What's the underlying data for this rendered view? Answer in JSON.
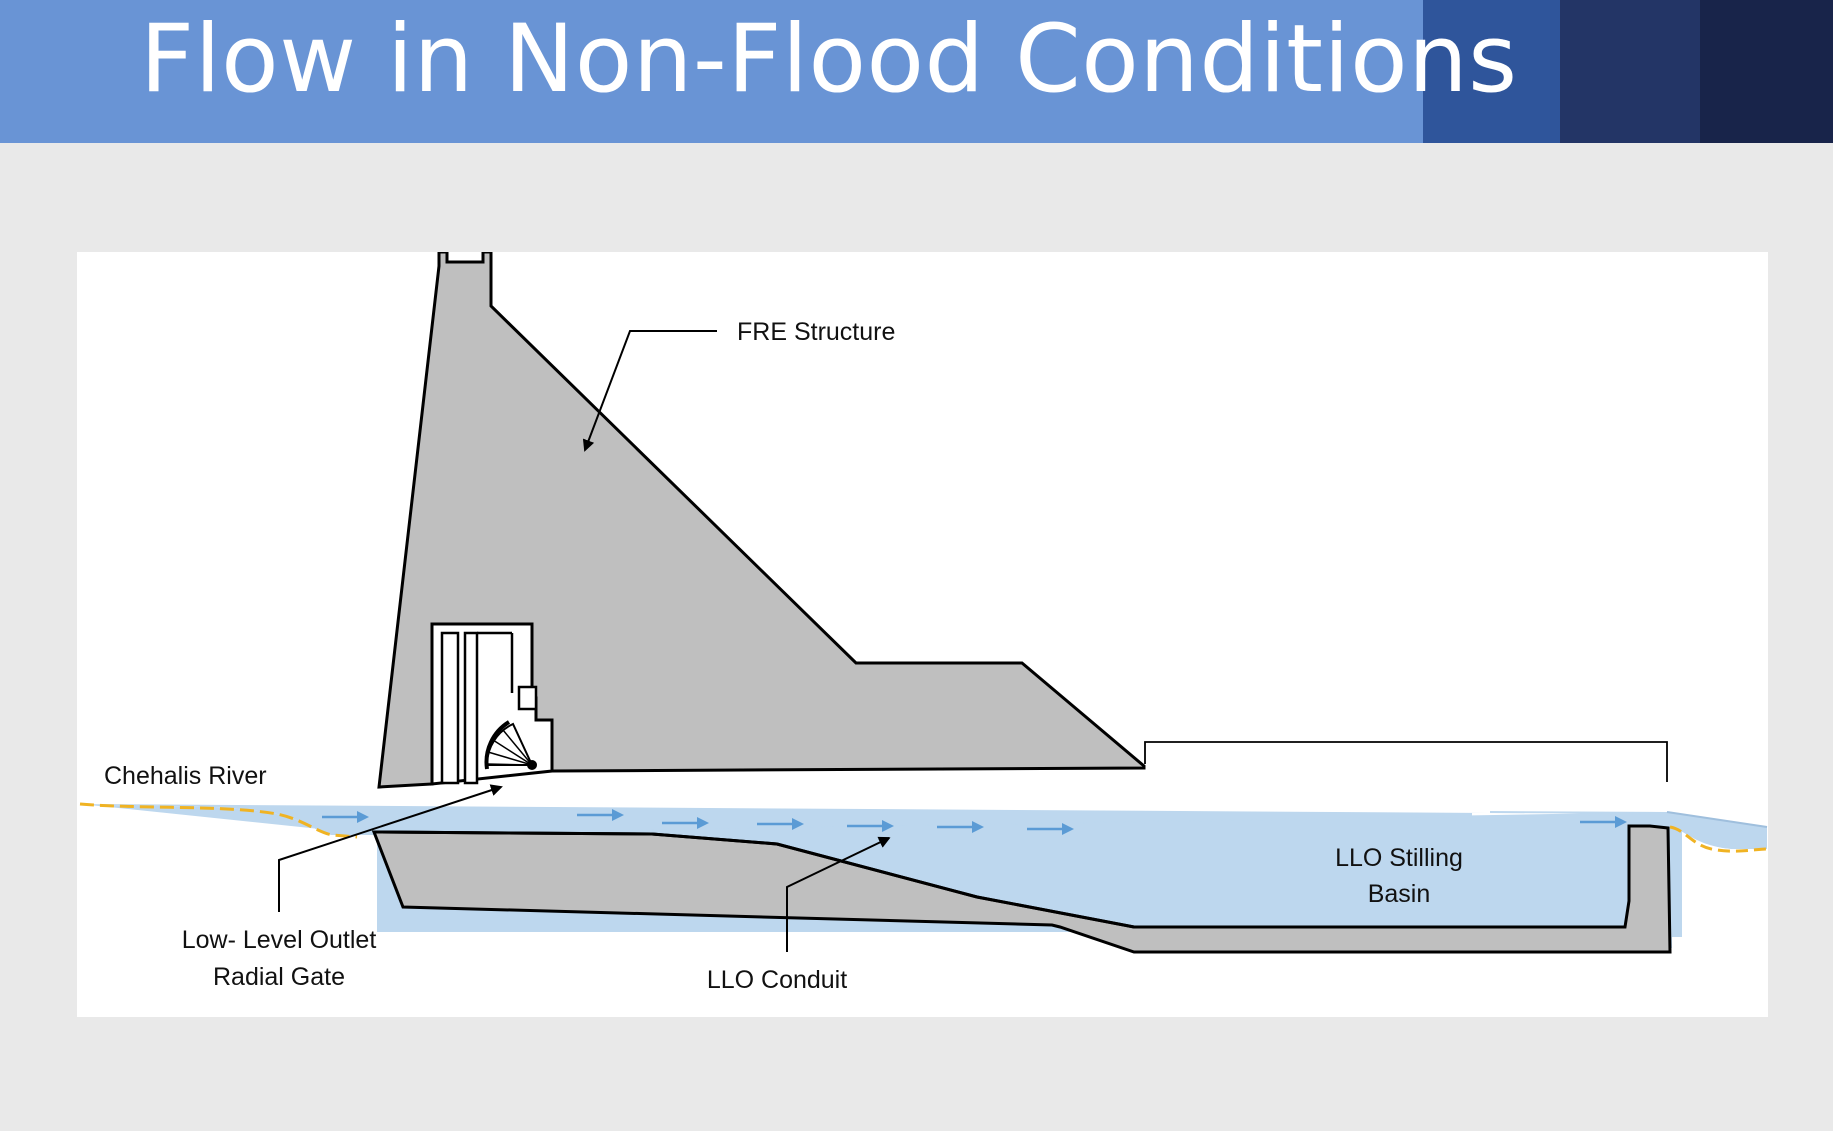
{
  "slide": {
    "title": "Flow in Non-Flood Conditions"
  },
  "diagram": {
    "labels": {
      "fre_structure": "FRE Structure",
      "chehalis_river": "Chehalis River",
      "llo_radial_gate_line1": "Low- Level Outlet",
      "llo_radial_gate_line2": "Radial Gate",
      "llo_conduit": "LLO Conduit",
      "stilling_basin_line1": "LLO Stilling",
      "stilling_basin_line2": "Basin"
    },
    "colors": {
      "header": "#6994d5",
      "header_block_1": "#2f559b",
      "header_block_2": "#233566",
      "header_block_3": "#18244a",
      "structure_fill": "#bfbfbf",
      "water_fill": "#bdd7ee",
      "flow_arrow": "#5b9bd5",
      "riverbank_dash": "#f0b323"
    }
  }
}
